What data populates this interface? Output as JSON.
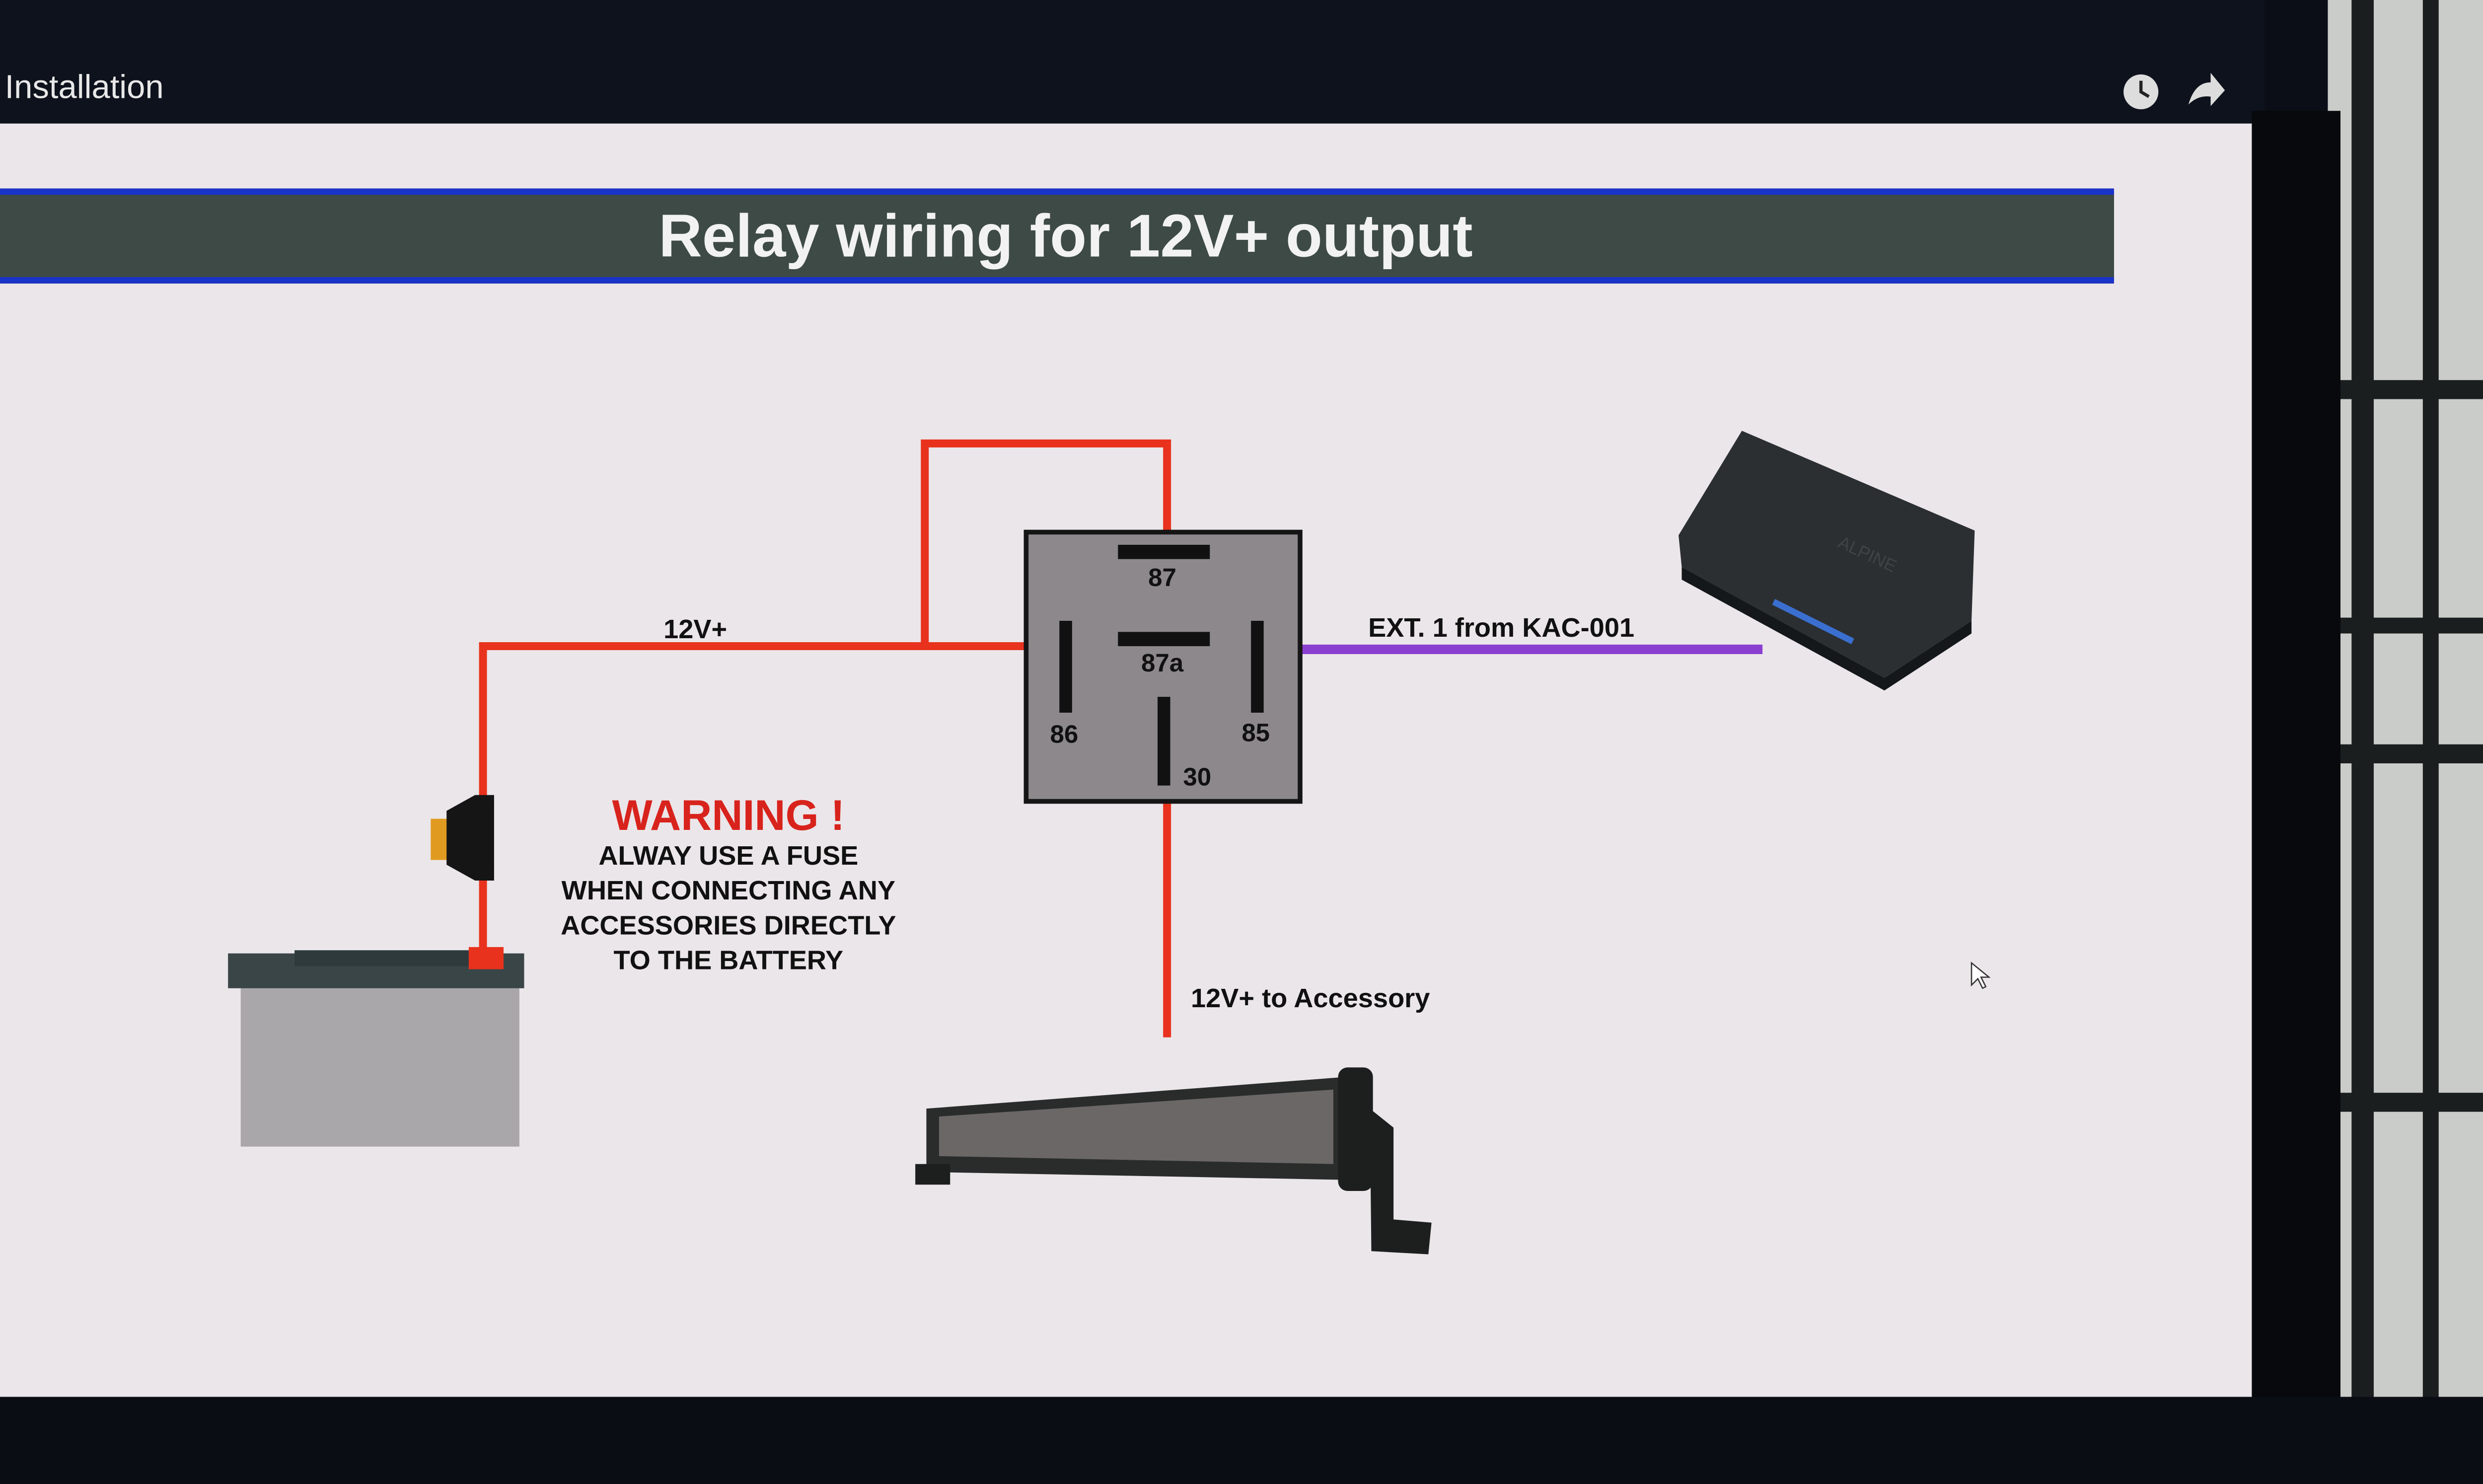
{
  "video": {
    "title": "Installation",
    "icons": [
      "watch-later-icon",
      "share-icon"
    ]
  },
  "slide": {
    "title": "Relay wiring for 12V+ output",
    "relay_pins": {
      "p87": "87",
      "p87a": "87a",
      "p86": "86",
      "p85": "85",
      "p30": "30"
    },
    "labels": {
      "power": "12V+",
      "trigger": "EXT. 1 from KAC-001",
      "output": "12V+ to Accessory"
    },
    "warning": {
      "title": "WARNING !",
      "lines": [
        "ALWAY USE A FUSE",
        "WHEN CONNECTING ANY",
        "ACCESSORIES DIRECTLY",
        "TO THE BATTERY"
      ]
    },
    "module_brand": "ALPINE",
    "colors": {
      "wire_power": "#e8321e",
      "wire_trigger": "#8a3fd0",
      "banner": "#3d4a45",
      "banner_edge": "#1a33c8",
      "warning": "#d8231c"
    }
  }
}
